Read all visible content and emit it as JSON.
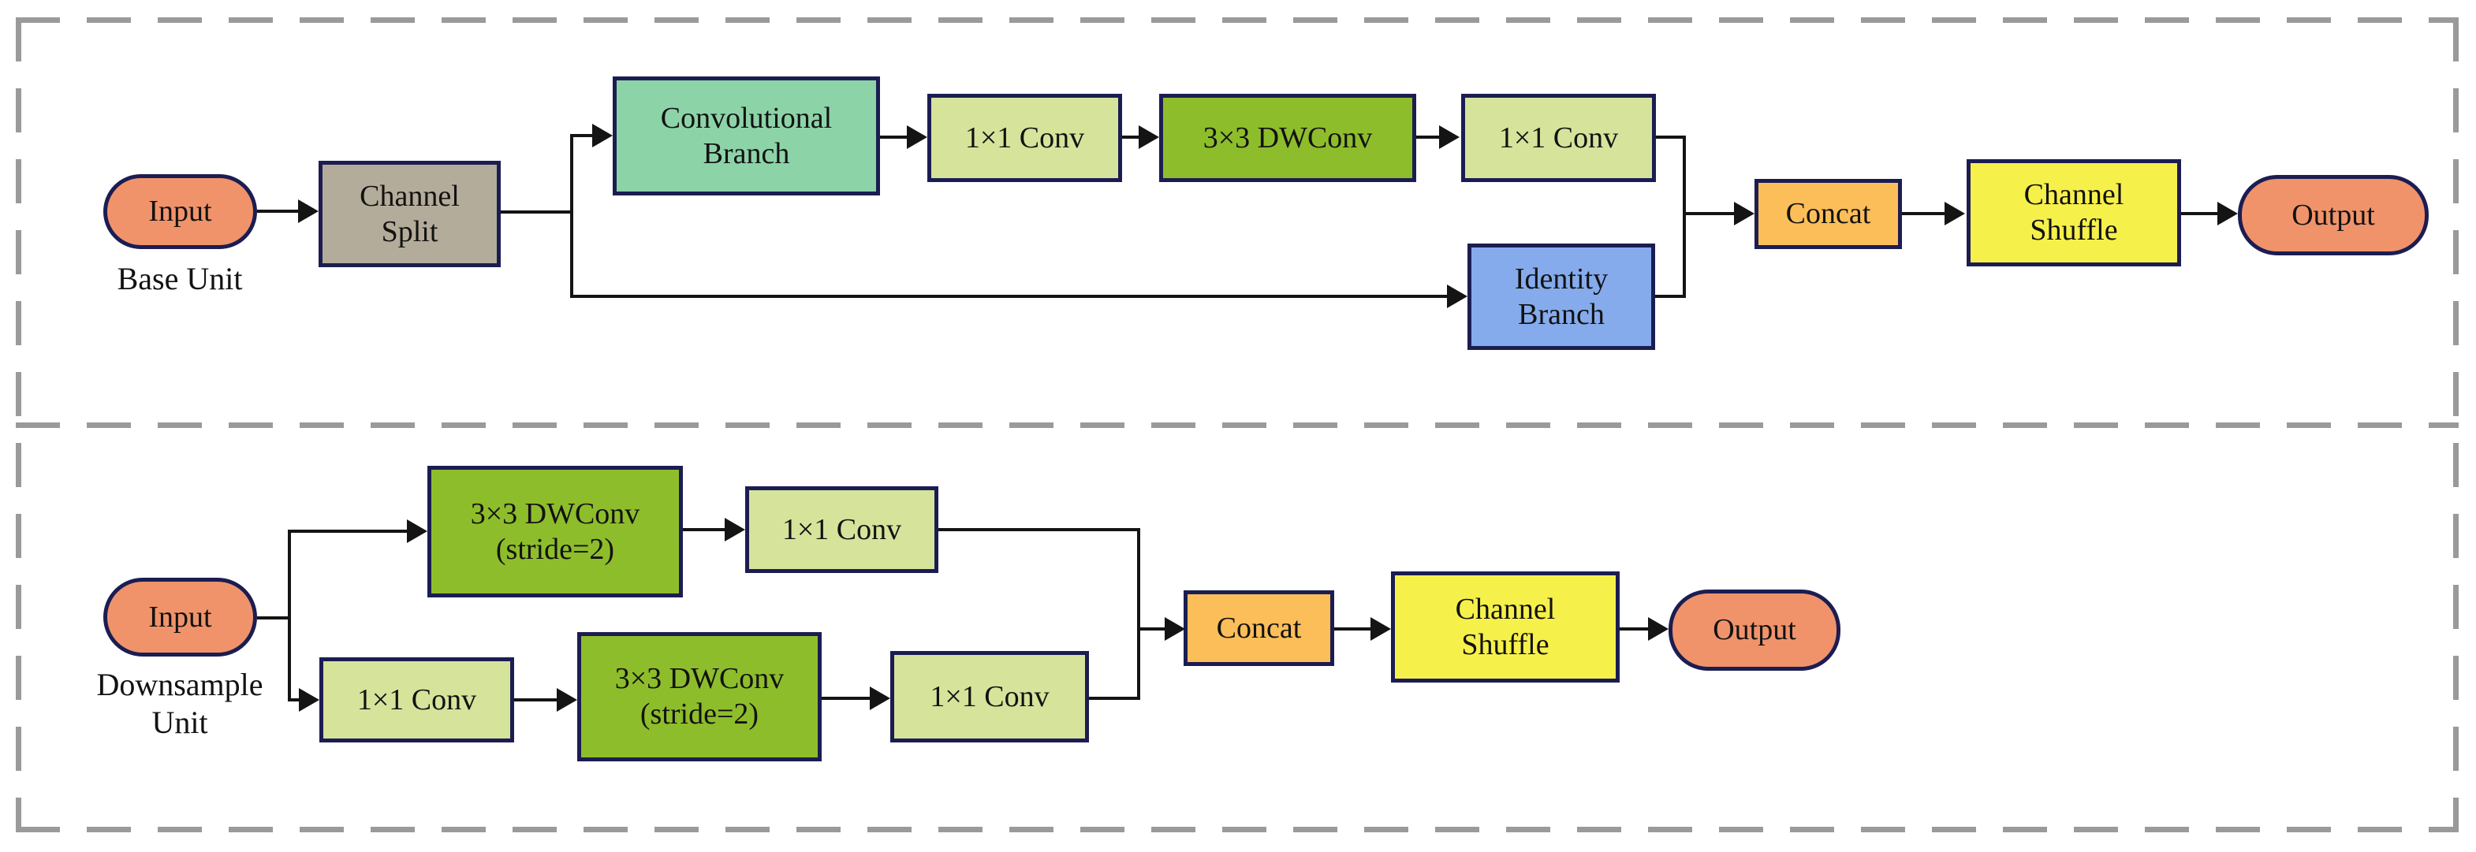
{
  "diagram": {
    "base_unit": {
      "unit_label": "Base Unit",
      "input": "Input",
      "channel_split": "Channel\nSplit",
      "conv_branch": "Convolutional\nBranch",
      "conv1x1_a": "1×1 Conv",
      "dwconv": "3×3 DWConv",
      "conv1x1_b": "1×1 Conv",
      "identity_branch": "Identity\nBranch",
      "concat": "Concat",
      "channel_shuffle": "Channel\nShuffle",
      "output": "Output"
    },
    "downsample_unit": {
      "unit_label": "Downsample\nUnit",
      "input": "Input",
      "dwconv_top": "3×3 DWConv\n(stride=2)",
      "conv1x1_top": "1×1 Conv",
      "conv1x1_bottom_1": "1×1 Conv",
      "dwconv_bottom": "3×3 DWConv\n(stride=2)",
      "conv1x1_bottom_2": "1×1 Conv",
      "concat": "Concat",
      "channel_shuffle": "Channel\nShuffle",
      "output": "Output"
    },
    "colors": {
      "terminal": "#F0936B",
      "channel_split": "#B4AC9A",
      "conv_branch": "#8DD3A8",
      "conv_1x1": "#D6E39B",
      "dwconv": "#8EBD2B",
      "identity": "#85ABEC",
      "concat": "#FBBE59",
      "shuffle": "#F6F04B",
      "box_border": "#1B1D52",
      "line": "#141414",
      "dash_border": "#9A9A9A"
    }
  }
}
